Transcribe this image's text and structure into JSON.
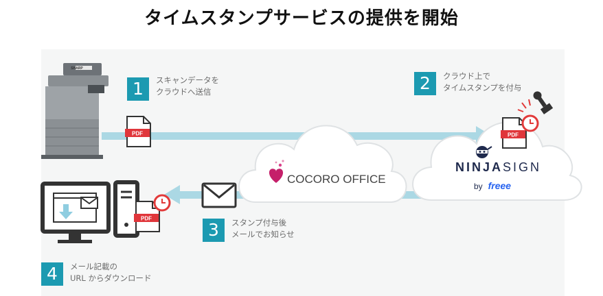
{
  "title": "タイムスタンプサービスの提供を開始",
  "steps": [
    {
      "number": "1",
      "text": "スキャンデータを\nクラウドへ送信"
    },
    {
      "number": "2",
      "text": "クラウド上で\nタイムスタンプを付与"
    },
    {
      "number": "3",
      "text": "スタンプ付与後\nメールでお知らせ"
    },
    {
      "number": "4",
      "text": "メール記載の\nURL からダウンロード"
    }
  ],
  "services": {
    "cocoro": "COCORO OFFICE",
    "ninja_a": "NINJA",
    "ninja_b": "SIGN",
    "by": "by",
    "freee": "freee"
  },
  "pdf_label": "PDF",
  "mfp_logo": "SHARP",
  "colors": {
    "step_blue": "#1c9ab1",
    "arrow": "#abd8e4",
    "pdf_red": "#e0363b",
    "clock_red": "#e23a3a",
    "cocoro_pink": "#c51f6a",
    "freee_blue": "#2864f0",
    "panel": "#f5f6f6"
  },
  "icons": [
    "printer-icon",
    "pdf-file-icon",
    "cloud-icon",
    "envelope-icon",
    "clock-icon",
    "stamp-icon",
    "ninja-mask-icon",
    "heart-icon",
    "monitor-icon",
    "download-arrow-icon",
    "computer-tower-icon"
  ]
}
